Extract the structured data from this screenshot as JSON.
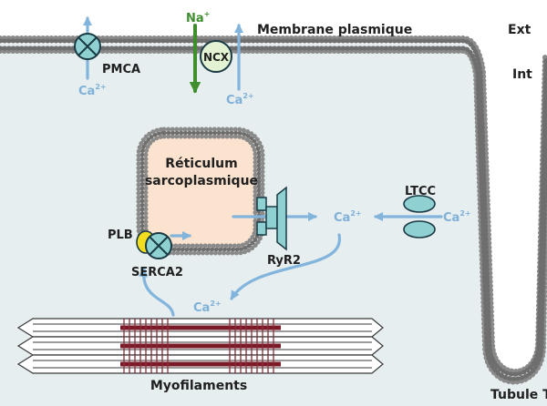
{
  "labels": {
    "membrane": "Membrane plasmique",
    "ext": "Ext",
    "int": "Int",
    "pmca": "PMCA",
    "ncx": "NCX",
    "na": "Na",
    "na_sup": "+",
    "ca": "Ca",
    "ca_sup": "2+",
    "reticulum_line1": "Réticulum",
    "reticulum_line2": "sarcoplasmique",
    "plb": "PLB",
    "serca2": "SERCA2",
    "ryr2": "RyR2",
    "ltcc": "LTCC",
    "myofilaments": "Myofilaments",
    "tubule": "Tubule T"
  },
  "colors": {
    "cell_interior": "#e6eef0",
    "membrane_head": "#8a8a8a",
    "membrane_tail": "#6e6e6e",
    "reticulum_fill": "#fbe3cf",
    "channel_fill": "#8fd1d3",
    "channel_stroke": "#1a3a44",
    "plb_fill": "#f4dc1e",
    "ncx_fill": "#e3f2d3",
    "calcium_arrow": "#82b4dc",
    "sodium_arrow": "#3f8f2f",
    "myofilament_band": "#7a1a26"
  },
  "icons": {
    "pmca": "pump-circle-x-icon",
    "serca2": "pump-circle-x-icon",
    "ncx": "exchanger-circle-icon",
    "plb": "phospholamban-icon",
    "ryr2": "ryanodine-receptor-icon",
    "ltcc": "l-type-channel-icon"
  }
}
